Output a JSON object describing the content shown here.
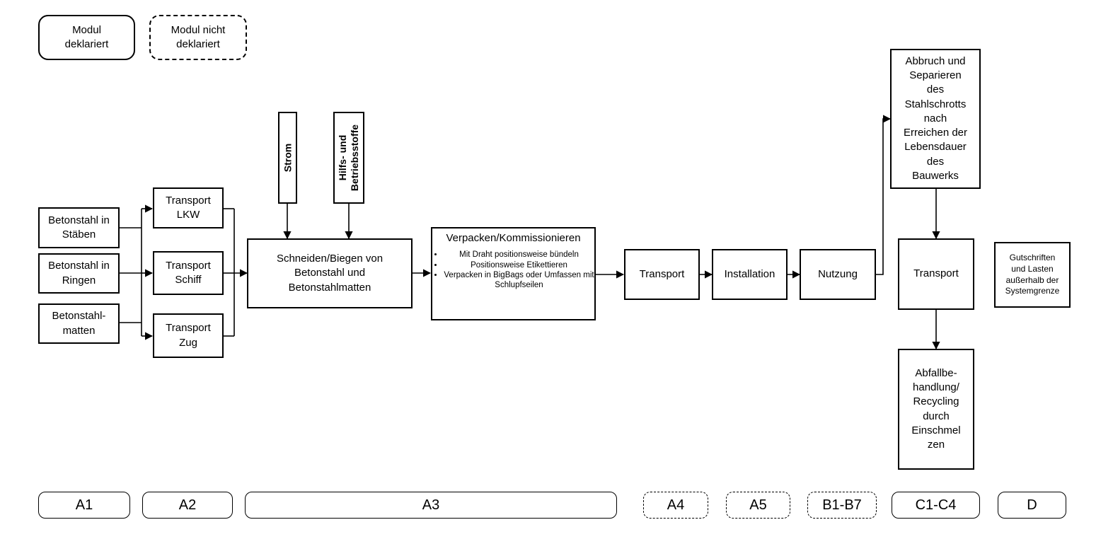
{
  "legend": {
    "declared": "Modul\ndeklariert",
    "not_declared": "Modul nicht\ndeklariert"
  },
  "nodes": {
    "betonstahl_staeben": "Betonstahl in\nStäben",
    "betonstahl_ringen": "Betonstahl in\nRingen",
    "betonstahlmatten": "Betonstahl-\nmatten",
    "transport_lkw": "Transport\nLKW",
    "transport_schiff": "Transport\nSchiff",
    "transport_zug": "Transport\nZug",
    "strom": "Strom",
    "hilfsstoffe": "Hilfs- und\nBetriebsstoffe",
    "schneiden": "Schneiden/Biegen von\nBetonstahl und\nBetonstahlmatten",
    "verpacken_title": "Verpacken/Kommissionieren",
    "verpacken_items": [
      "Mit Draht positionsweise bündeln",
      "Positionsweise Etikettieren",
      "Verpacken in BigBags oder Umfassen mit Schlupfseilen"
    ],
    "transport_a4": "Transport",
    "installation": "Installation",
    "nutzung": "Nutzung",
    "abbruch": "Abbruch und\nSeparieren\ndes\nStahlschrotts\nnach\nErreichen der\nLebensdauer\ndes\nBauwerks",
    "transport_c": "Transport",
    "abfall": "Abfallbe-\nhandlung/\nRecycling\ndurch\nEinschmel\nzen",
    "gutschriften": "Gutschriften\nund Lasten\naußerhalb der\nSystemgrenze"
  },
  "modules": [
    {
      "label": "A1",
      "declared": true
    },
    {
      "label": "A2",
      "declared": true
    },
    {
      "label": "A3",
      "declared": true
    },
    {
      "label": "A4",
      "declared": false
    },
    {
      "label": "A5",
      "declared": false
    },
    {
      "label": "B1-B7",
      "declared": false
    },
    {
      "label": "C1-C4",
      "declared": true
    },
    {
      "label": "D",
      "declared": true
    }
  ]
}
